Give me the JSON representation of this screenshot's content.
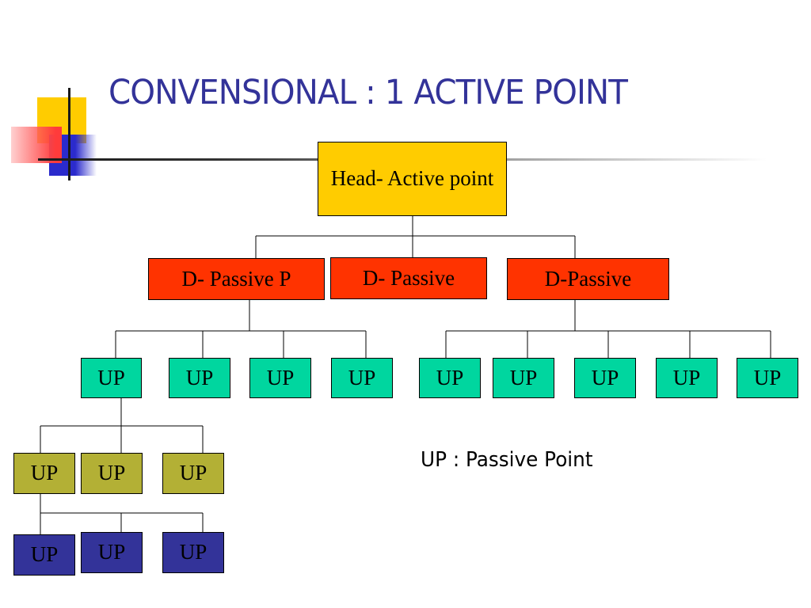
{
  "slide": {
    "title": "CONVENSIONAL :  1 ACTIVE POINT",
    "legend": "UP : Passive Point"
  },
  "diagram": {
    "head": {
      "label": "Head- Active point"
    },
    "level1": [
      {
        "label": "D- Passive P"
      },
      {
        "label": "D- Passive"
      },
      {
        "label": "D-Passive"
      }
    ],
    "level2": [
      {
        "label": "UP"
      },
      {
        "label": "UP"
      },
      {
        "label": "UP"
      },
      {
        "label": "UP"
      },
      {
        "label": "UP"
      },
      {
        "label": "UP"
      },
      {
        "label": "UP"
      },
      {
        "label": "UP"
      },
      {
        "label": "UP"
      }
    ],
    "level3": [
      {
        "label": "UP"
      },
      {
        "label": "UP"
      },
      {
        "label": "UP"
      }
    ],
    "level4": [
      {
        "label": "UP"
      },
      {
        "label": "UP"
      },
      {
        "label": "UP"
      }
    ]
  },
  "colors": {
    "title": "#333399",
    "head": "#ffcc00",
    "department": "#ff3300",
    "passive_point": "#00d69f",
    "level3": "#b3b035",
    "level4": "#333399"
  }
}
